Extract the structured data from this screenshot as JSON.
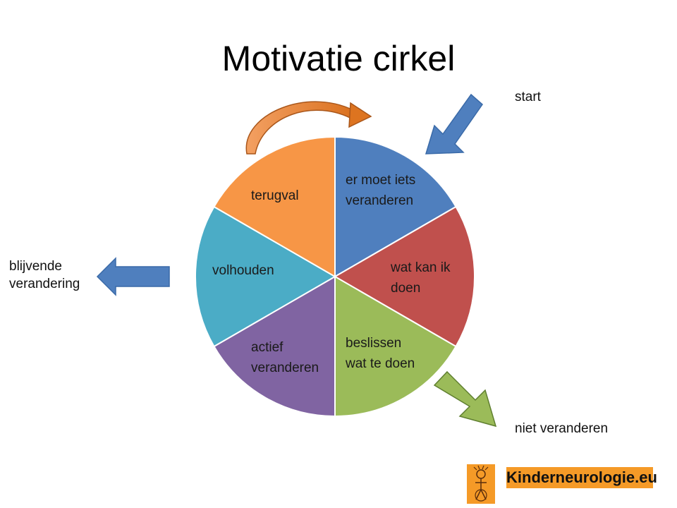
{
  "title": "Motivatie cirkel",
  "segments": [
    {
      "lines": [
        "er moet iets",
        "veranderen"
      ],
      "color": "#4f7fbe"
    },
    {
      "lines": [
        "wat kan ik",
        "doen"
      ],
      "color": "#c0504d"
    },
    {
      "lines": [
        "beslissen",
        "wat te doen"
      ],
      "color": "#9bbb59"
    },
    {
      "lines": [
        "actief",
        "veranderen"
      ],
      "color": "#8064a2"
    },
    {
      "lines": [
        "volhouden"
      ],
      "color": "#4bacc6"
    },
    {
      "lines": [
        "terugval"
      ],
      "color": "#f79646"
    }
  ],
  "arrows": {
    "start": {
      "label": "start",
      "color": "#4f7fbe"
    },
    "exit_success": {
      "label_lines": [
        "blijvende",
        "verandering"
      ],
      "color": "#4f7fbe"
    },
    "exit_fail": {
      "label": "niet veranderen",
      "color": "#9bbb59"
    },
    "relapse": {
      "color": "#e07a22"
    }
  },
  "logo": {
    "text": "Kinderneurologie.eu",
    "color": "#f59a27"
  }
}
